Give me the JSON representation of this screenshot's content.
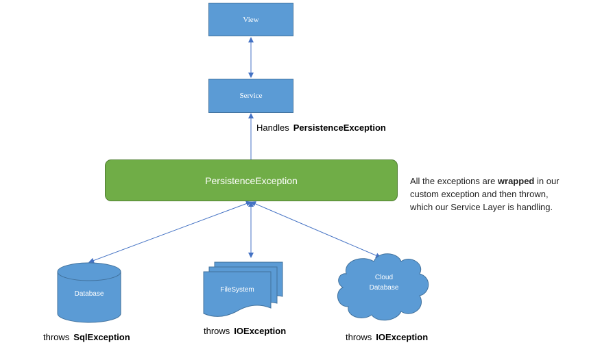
{
  "nodes": {
    "view": "View",
    "service": "Service",
    "persistence": "PersistenceException",
    "database": "Database",
    "filesystem": "FileSystem",
    "cloud_line1": "Cloud",
    "cloud_line2": "Database"
  },
  "labels": {
    "handles_prefix": "Handles",
    "handles_exception": "PersistenceException",
    "db_prefix": "throws",
    "db_exception": "SqlException",
    "fs_prefix": "throws",
    "fs_exception": "IOException",
    "cloud_prefix": "throws",
    "cloud_exception": "IOException"
  },
  "note": {
    "part1": "All the exceptions are ",
    "bold": "wrapped",
    "part2": " in our custom exception and then thrown, which our Service Layer is handling."
  },
  "colors": {
    "blue_fill": "#5b9bd5",
    "blue_stroke": "#41719c",
    "green_fill": "#70ad47",
    "connector": "#4472c4"
  }
}
